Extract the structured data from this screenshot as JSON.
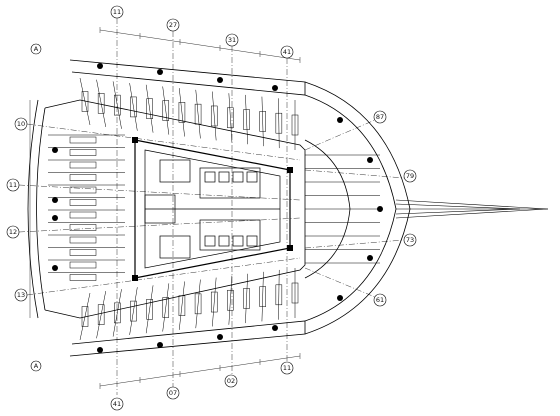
{
  "drawing": {
    "line_color": "#000000",
    "background": "#ffffff"
  },
  "axes_top": [
    {
      "label": "11"
    },
    {
      "label": "27"
    },
    {
      "label": "31"
    },
    {
      "label": "41"
    }
  ],
  "axes_bottom": [
    {
      "label": "41"
    },
    {
      "label": "07"
    },
    {
      "label": "02"
    },
    {
      "label": "11"
    }
  ],
  "axes_left": [
    {
      "label": "10"
    },
    {
      "label": "11"
    },
    {
      "label": "12"
    },
    {
      "label": "13"
    }
  ],
  "axes_right": [
    {
      "label": "87"
    },
    {
      "label": "79"
    },
    {
      "label": "73"
    },
    {
      "label": "61"
    }
  ],
  "corner_tags": [
    {
      "label": "A"
    },
    {
      "label": "A"
    }
  ]
}
